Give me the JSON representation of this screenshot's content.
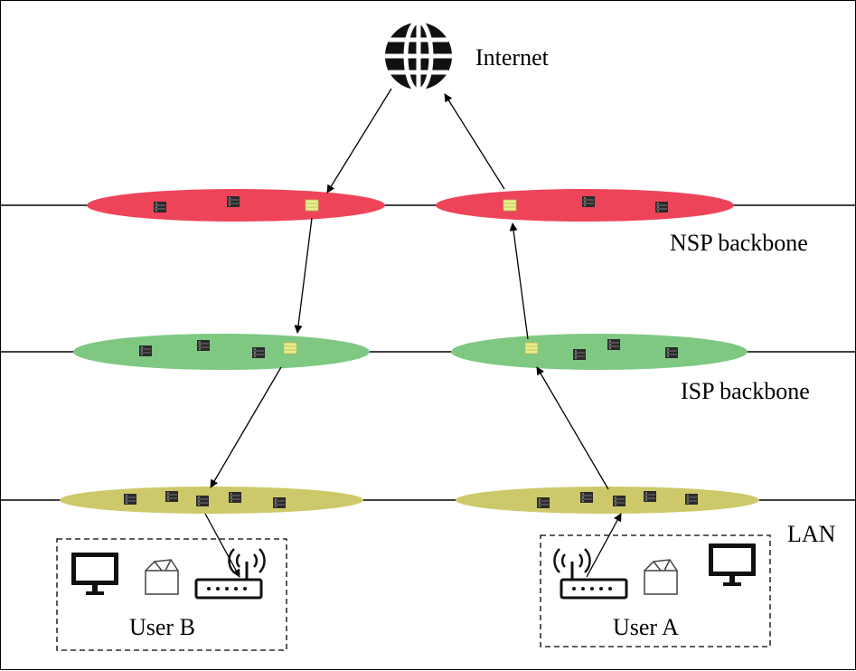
{
  "internet": {
    "label": "Internet"
  },
  "layers": [
    {
      "id": "nsp",
      "label": "NSP backbone",
      "color": "#ee4459"
    },
    {
      "id": "isp",
      "label": "ISP backbone",
      "color": "#7ec882"
    },
    {
      "id": "lan",
      "label": "LAN",
      "color": "#cdc96a"
    }
  ],
  "users": [
    {
      "id": "user-b",
      "label": "User B"
    },
    {
      "id": "user-a",
      "label": "User A"
    }
  ],
  "colors": {
    "highlight_server": "#e7f08a",
    "line": "#000000"
  }
}
